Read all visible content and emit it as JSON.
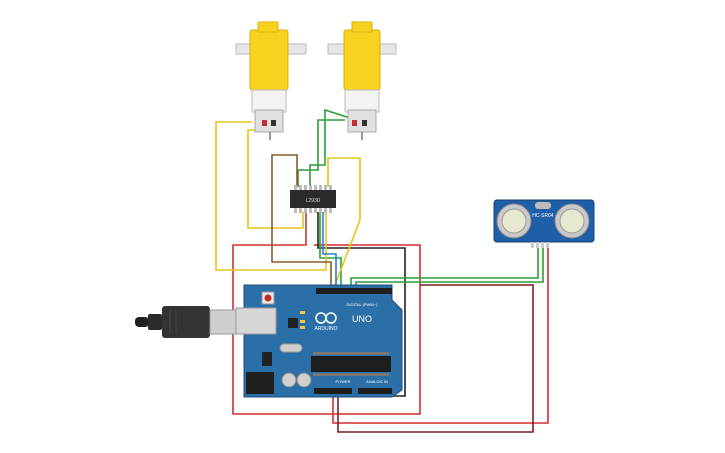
{
  "arduino": {
    "brand": "ARDUINO",
    "model": "UNO",
    "digital_label": "DIGITAL (PWM~)",
    "power_label": "POWER",
    "analog_label": "ANALOG IN"
  },
  "driver": {
    "label": "L293D"
  },
  "sensor": {
    "label": "HC-SR04"
  },
  "colors": {
    "board": "#2a6fa8",
    "motor": "#f7d21e",
    "wire_red": "#d32f2f",
    "wire_black": "#222222",
    "wire_green": "#2e9e3a",
    "wire_yellow": "#e6c51a",
    "wire_brown": "#8b5a2b",
    "wire_blue": "#2f7fd8"
  },
  "icons": [
    "motor-icon",
    "usb-plug-icon",
    "ultrasonic-sensor-icon",
    "ic-chip-icon",
    "arduino-logo-icon"
  ]
}
